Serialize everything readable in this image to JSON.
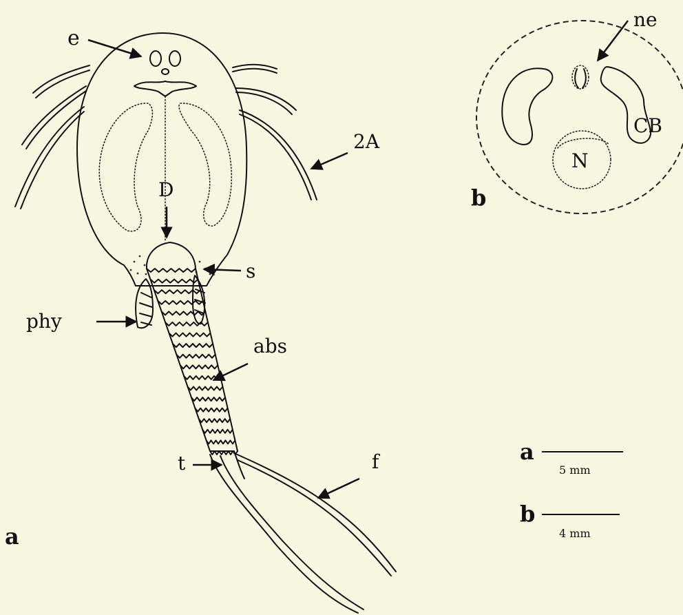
{
  "panel_a": {
    "panel_label": "a",
    "labels": {
      "eye": "e",
      "antenna": "2A",
      "digestive": "D",
      "s": "s",
      "phy": "phy",
      "abs": "abs",
      "telson": "t",
      "furca": "f"
    }
  },
  "panel_b": {
    "panel_label": "b",
    "labels": {
      "ne": "ne",
      "cb": "CB",
      "nucleus": "N"
    }
  },
  "scale_bars": [
    {
      "panel": "a",
      "text": "5 mm"
    },
    {
      "panel": "b",
      "text": "4 mm"
    }
  ],
  "colors": {
    "background": "#f7f6e0",
    "ink": "#111111"
  }
}
